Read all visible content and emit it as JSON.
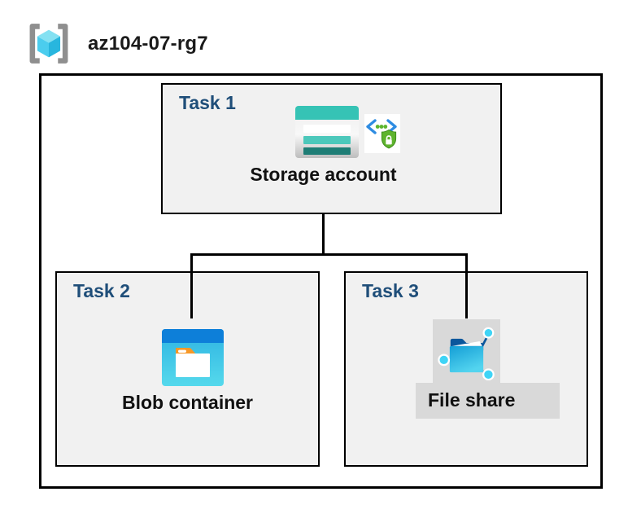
{
  "header": {
    "title": "az104-07-rg7"
  },
  "diagram": {
    "tasks": [
      {
        "label": "Task 1",
        "item": "Storage account"
      },
      {
        "label": "Task 2",
        "item": "Blob container"
      },
      {
        "label": "Task 3",
        "item": "File share"
      }
    ],
    "connections": [
      {
        "from": "Storage account",
        "to": "Blob container"
      },
      {
        "from": "Storage account",
        "to": "File share"
      }
    ]
  },
  "colors": {
    "task_label": "#1F4E79",
    "panel_fill": "#F1F1F1",
    "border": "#000000",
    "highlight_gray": "#D9D9D9",
    "storage_teal": "#36C3B5",
    "storage_teal_dark": "#1E7D75",
    "blob_blue_bar": "#0D7FD9",
    "blob_cyan": "#3EC3E7",
    "blob_tab_orange": "#F79827",
    "fileshare_dark_blue": "#0B579C",
    "fileshare_cyan": "#2FB9E2",
    "sas_bracket_blue": "#2E8CE2",
    "sas_green": "#5DB52E"
  }
}
